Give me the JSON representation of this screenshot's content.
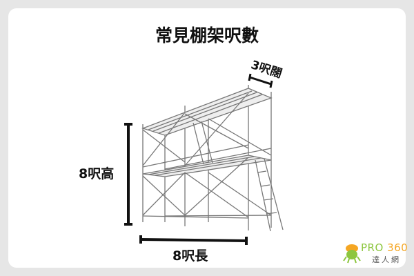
{
  "title": "常見棚架呎數",
  "dimensions": {
    "height_label": "8呎高",
    "length_label": "8呎長",
    "width_label": "3呎闊"
  },
  "logo": {
    "brand_pro": "PRO",
    "brand_num": "360",
    "brand_zh": "達人網",
    "colors": {
      "green": "#8dc63f",
      "orange": "#f5a623"
    }
  }
}
